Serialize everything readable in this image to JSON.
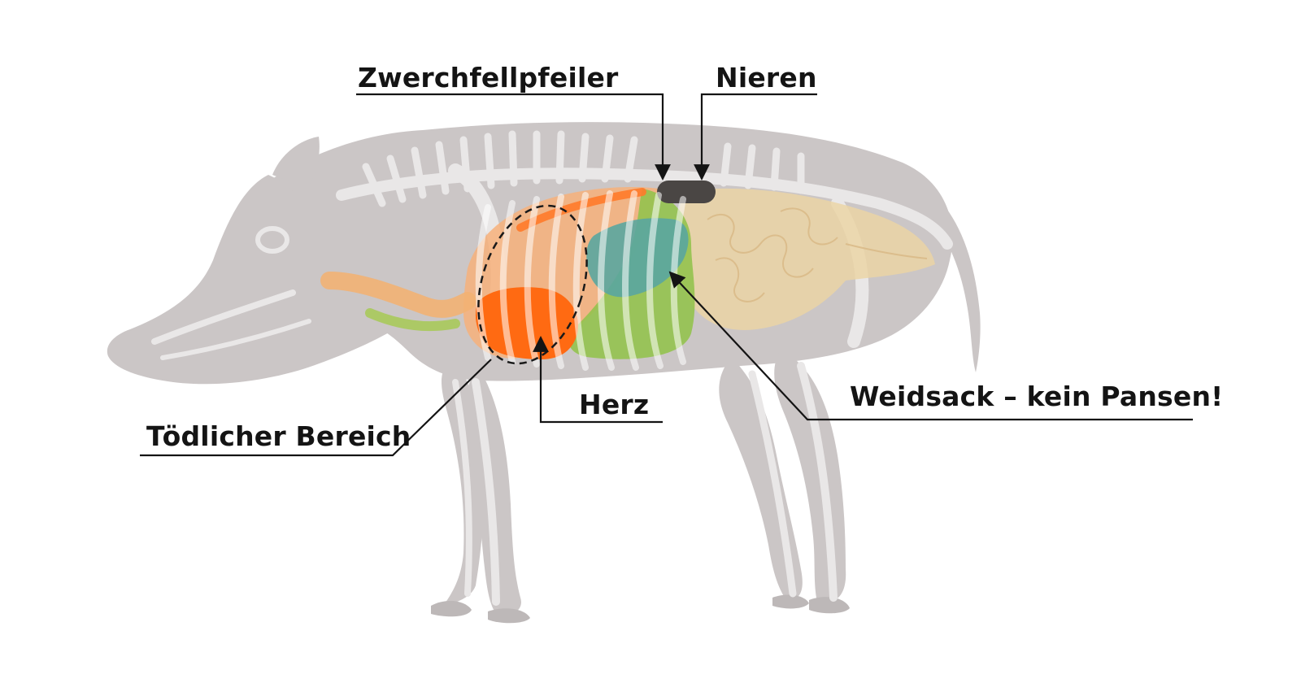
{
  "labels": {
    "zwerchfellpfeiler": "Zwerchfellpfeiler",
    "nieren": "Nieren",
    "weidsack": "Weidsack – kein Pansen!",
    "herz": "Herz",
    "toedlicher_bereich": "Tödlicher Bereich"
  },
  "colors": {
    "background": "#ffffff",
    "skeleton_silhouette": "#cbc6c6",
    "bones": "#e9e7e7",
    "heart": "#ff6a12",
    "lungs": "#f7b07a",
    "liver": "#5aa6a0",
    "stomach": "#94c24e",
    "intestines": "#ecd4a4",
    "kidneys": "#4a4644",
    "annotation_line": "#141414"
  }
}
